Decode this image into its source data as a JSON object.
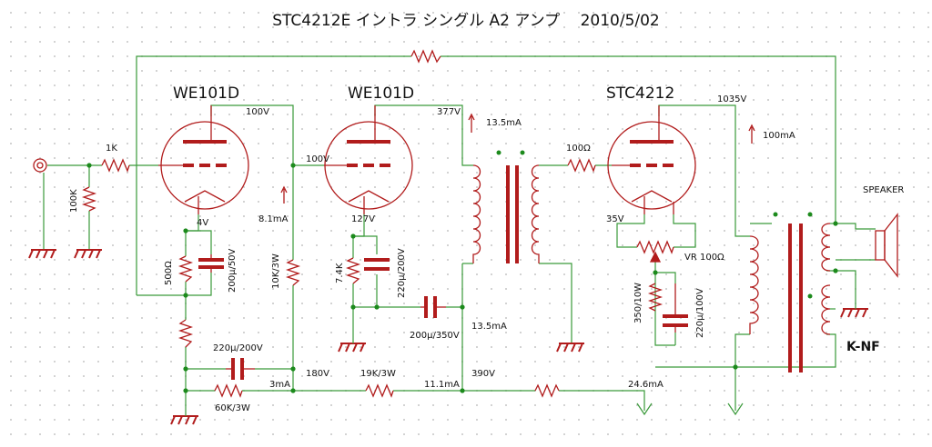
{
  "title": "STC4212E イントラ シングル A2 アンプ　 2010/5/02",
  "tubes": {
    "v1": "WE101D",
    "v2": "WE101D",
    "v3": "STC4212"
  },
  "labels": {
    "r_in": "1K",
    "r_grid": "100K",
    "v1_plate": "100V",
    "v1_cathode": "4V",
    "v1_current": "8.1mA",
    "r_k1": "500Ω",
    "c_k1": "200μ/50V",
    "v2_grid_v": "100V",
    "r_load1": "10K/3W",
    "v2_plate": "377V",
    "v2_cathode": "127V",
    "r_k2": "7.4K",
    "c_k2": "220μ/200V",
    "c_380": "200μ/350V",
    "i_375": "13.5mA",
    "i_top": "13.5mA",
    "r_g3": "100Ω",
    "v3_plate": "1035V",
    "v3_current": "100mA",
    "v3_cathode": "35V",
    "vr": "VR 100Ω",
    "r_k3": "350/10W",
    "c_k3": "220μ/100V",
    "speaker": "SPEAKER",
    "knf": "K-NF",
    "c_dec": "220μ/200V",
    "r_dec": "60K/3W",
    "i_3ma": "3mA",
    "v_180": "180V",
    "r_19k": "19K/3W",
    "i_11": "11.1mA",
    "v_390": "390V",
    "i_24": "24.6mA"
  },
  "colors": {
    "wire": "#3a9a3a",
    "component": "#b11c1c",
    "junction": "#1c8a1c"
  }
}
